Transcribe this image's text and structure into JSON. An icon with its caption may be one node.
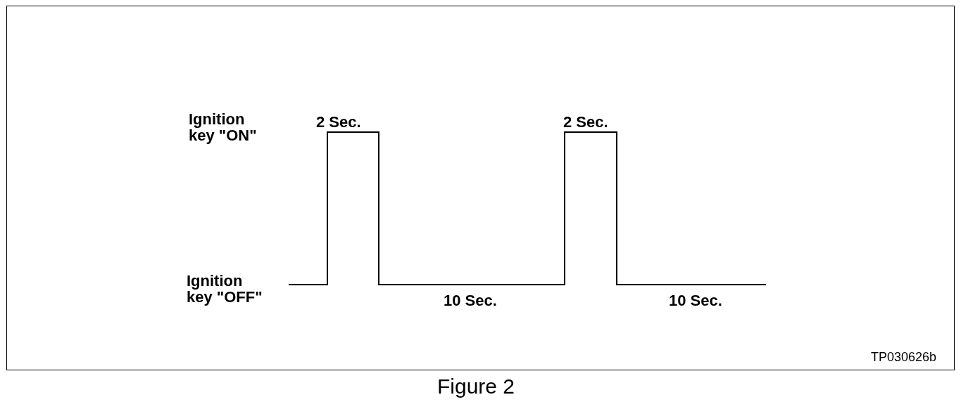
{
  "diagram": {
    "caption": "Figure 2",
    "labels": [
      "Ignition key \"ON\"",
      "2 Sec.",
      "2 Sec.",
      "Ignition key \"OFF\"",
      "10 Sec.",
      "10 Sec.",
      "TP030626b"
    ]
  }
}
